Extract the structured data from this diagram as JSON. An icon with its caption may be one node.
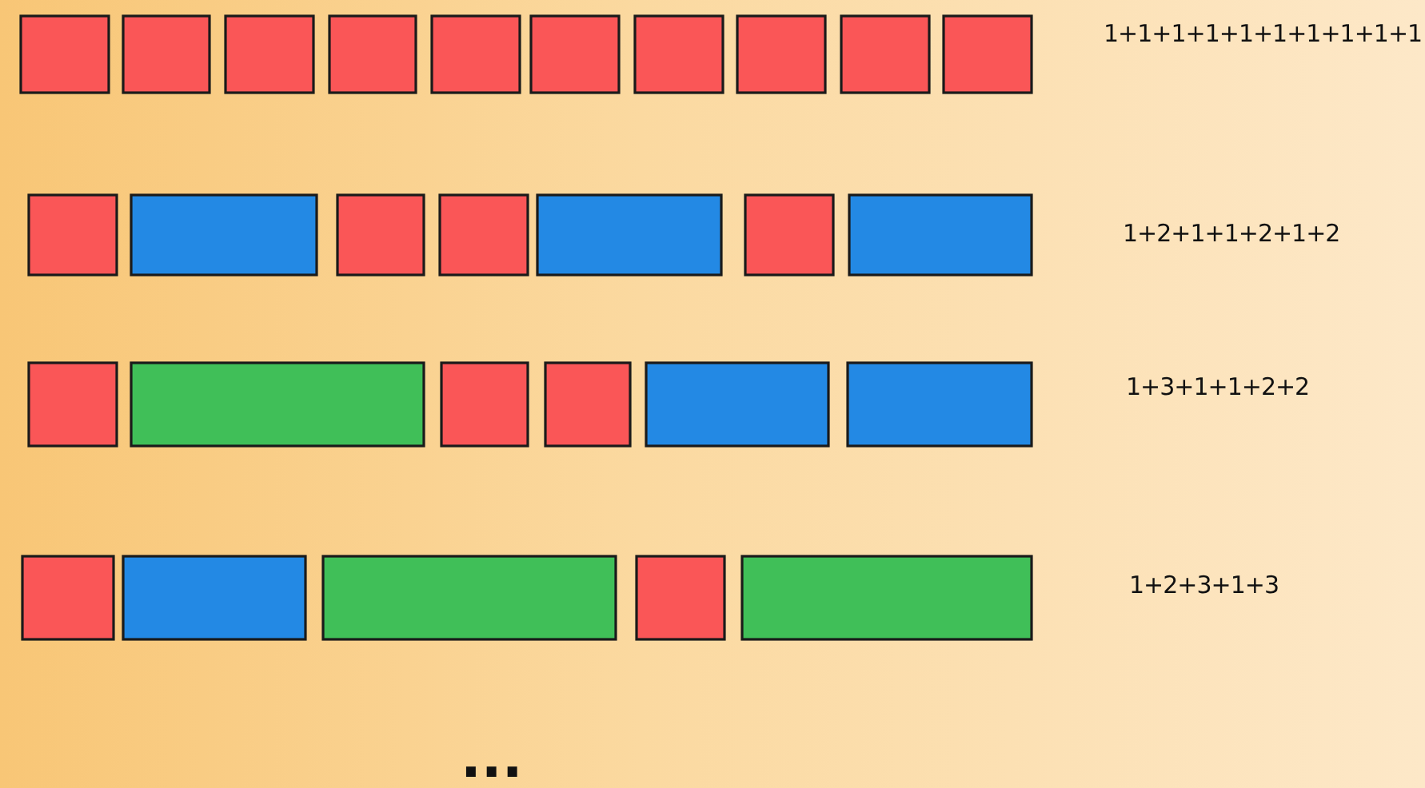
{
  "diagram": {
    "labels": [
      "1+1+1+1+1+1+1+1+1+1",
      "1+2+1+1+2+1+2",
      "1+3+1+1+2+2",
      "1+2+3+1+3",
      "..."
    ]
  }
}
